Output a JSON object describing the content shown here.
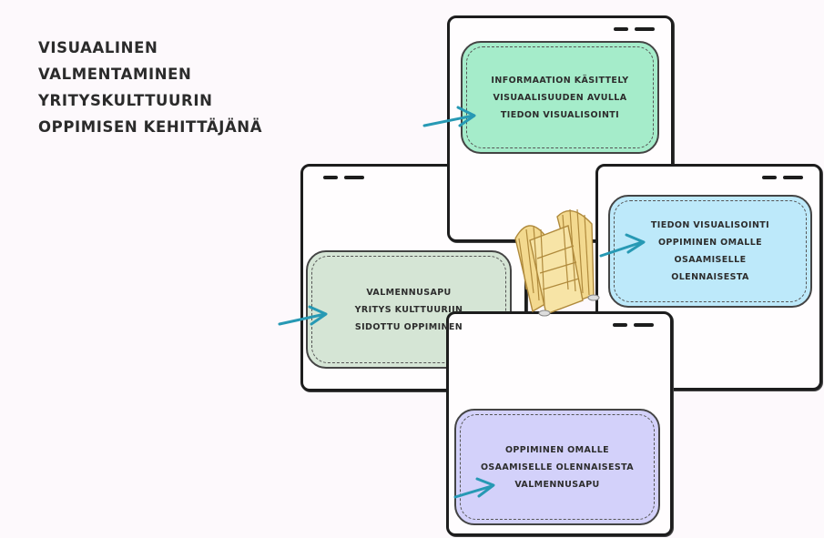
{
  "title_lines": [
    "VISUAALINEN",
    "VALMENTAMINEN",
    "YRITYSKULTTUURIN",
    "OPPIMISEN KEHITTÄJÄNÄ"
  ],
  "colors": {
    "card_top": "#a5ecca",
    "card_right": "#bde9fa",
    "card_left": "#d5e5d5",
    "card_bottom": "#d3d1fa",
    "arrow": "#2799b4",
    "bridge": "#f3d98f"
  },
  "cards": {
    "top": [
      "INFORMAATION KÄSITTELY",
      "VISUAALISUUDEN AVULLA",
      "TIEDON VISUALISOINTI"
    ],
    "right": [
      "TIEDON VISUALISOINTI",
      "OPPIMINEN OMALLE",
      "OSAAMISELLE",
      "OLENNAISESTA"
    ],
    "left": [
      "VALMENNUSAPU",
      "YRITYS KULTTUURIIN",
      "SIDOTTU OPPIMINEN"
    ],
    "bottom": [
      "OPPIMINEN OMALLE",
      "OSAAMISELLE OLENNAISESTA",
      "VALMENNUSAPU"
    ]
  },
  "icons": {
    "arrow": "arrow-icon",
    "bridge": "bridge-icon"
  }
}
